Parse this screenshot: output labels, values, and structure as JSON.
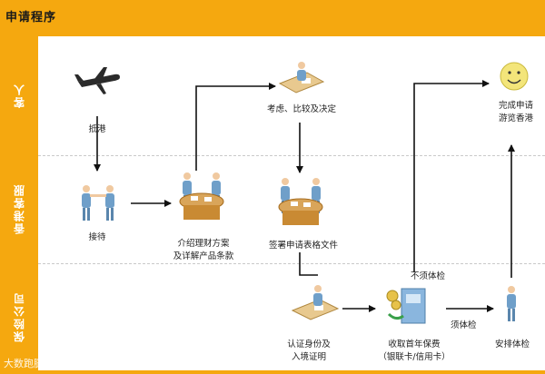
{
  "title": "申请程序",
  "lanes": [
    {
      "id": "client",
      "label": "客人"
    },
    {
      "id": "hk-service",
      "label": "香港客服"
    },
    {
      "id": "insurer",
      "label": "保险公司"
    }
  ],
  "nodes": [
    {
      "id": "arrive",
      "label": "抵港",
      "icon": "airplane-icon"
    },
    {
      "id": "consider",
      "label": "考虑、比较及决定",
      "icon": "desk-worker-icon"
    },
    {
      "id": "complete",
      "label": "完成申请\n游览香港",
      "icon": "smiley-face-icon"
    },
    {
      "id": "reception",
      "label": "接待",
      "icon": "handshake-icon"
    },
    {
      "id": "introduce",
      "label": "介绍理财方案\n及详解产品条款",
      "icon": "meeting-table-icon"
    },
    {
      "id": "sign",
      "label": "签署申请表格文件",
      "icon": "meeting-table-icon"
    },
    {
      "id": "verify",
      "label": "认证身份及\n入境证明",
      "icon": "desk-worker-icon"
    },
    {
      "id": "collect",
      "label": "收取首年保费\n（银联卡/信用卡）",
      "icon": "payment-machine-icon"
    },
    {
      "id": "exam",
      "label": "安排体检",
      "icon": "person-standing-icon"
    }
  ],
  "edges": [
    {
      "from": "arrive",
      "to": "reception",
      "label": ""
    },
    {
      "from": "reception",
      "to": "introduce",
      "label": ""
    },
    {
      "from": "introduce",
      "to": "consider",
      "label": ""
    },
    {
      "from": "consider",
      "to": "sign",
      "label": ""
    },
    {
      "from": "sign",
      "to": "verify",
      "label": ""
    },
    {
      "from": "verify",
      "to": "collect",
      "label": ""
    },
    {
      "from": "collect",
      "to": "complete",
      "label": "不须体检"
    },
    {
      "from": "collect",
      "to": "exam",
      "label": "须体检"
    },
    {
      "from": "exam",
      "to": "complete",
      "label": ""
    }
  ],
  "watermark": "大数跑腿",
  "colors": {
    "accent": "#f5a80f",
    "icon": "#6f9fc9",
    "table": "#c98a33"
  }
}
